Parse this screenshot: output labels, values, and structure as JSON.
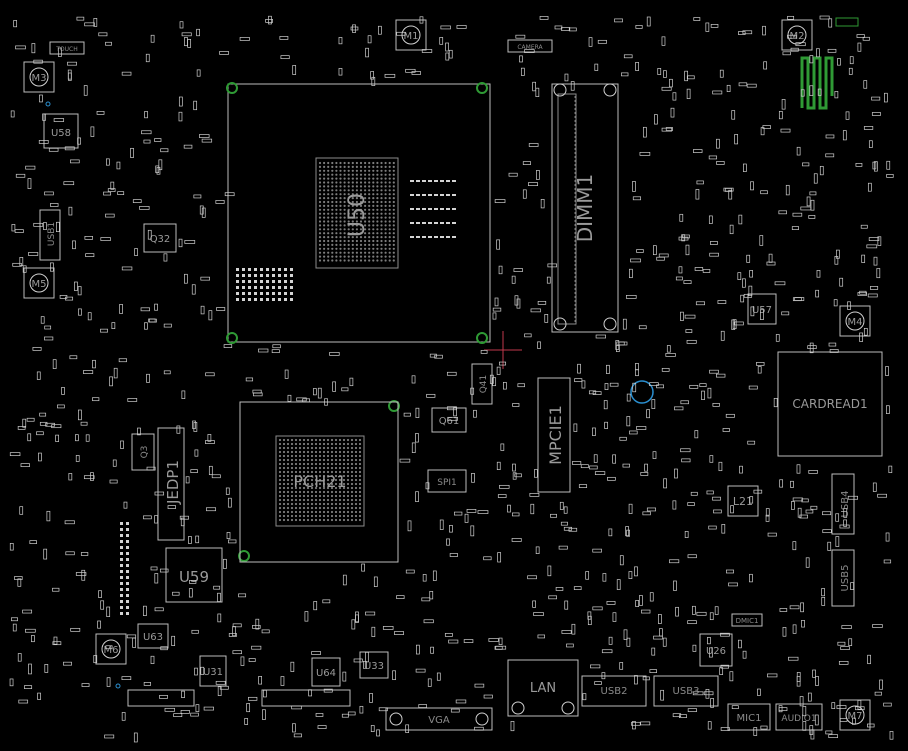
{
  "board": {
    "background": "#000000",
    "silkscreen_color": "#bdbdbd",
    "via_color": "#2f9a35",
    "blue_marker_color": "#2a8fd0",
    "red_cursor_color": "#c0394b"
  },
  "labels": {
    "u50": "U50",
    "dimm1": "DIMM1",
    "mpcie1": "MPCIE1",
    "cardread1": "CARDREAD1",
    "pch": "PCH21",
    "jedp1": "JEDP1",
    "u59": "U59",
    "u58": "U58",
    "usb1": "USB1",
    "m1": "M1",
    "m2": "M2",
    "m3": "M3",
    "m4": "M4",
    "m5": "M5",
    "m6": "M6",
    "m7": "M7",
    "q32": "Q32",
    "q41": "Q41",
    "q61": "Q61",
    "q3": "Q3",
    "u57": "U57",
    "u26": "U26",
    "u31": "U31",
    "u33": "U33",
    "u63": "U63",
    "u64": "U64",
    "l21": "L21",
    "usb4": "USB4",
    "usb5": "USB5",
    "usb2": "USB2",
    "usb3": "USB3",
    "lan": "LAN",
    "mic1": "MIC1",
    "audio1": "AUDIO1",
    "spi1": "SPI1",
    "camera": "CAMERA",
    "touch": "TOUCH",
    "vga": "VGA",
    "dmic1": "DMIC1"
  }
}
